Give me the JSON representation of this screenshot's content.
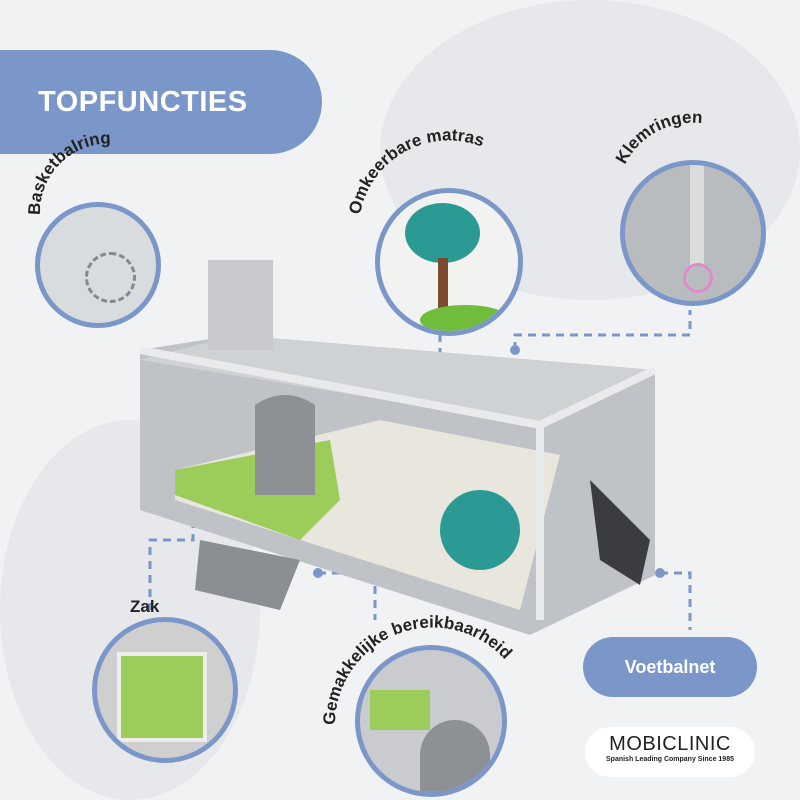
{
  "title": "TOPFUNCTIES",
  "features": {
    "basketball": "Basketbalring",
    "mattress": "Omkeerbare matras",
    "clips": "Klemringen",
    "bag": "Zak",
    "access": "Gemakkelijke bereikbaarheid",
    "football": "Voetbalnet"
  },
  "logo": {
    "brand": "MOBICLINIC",
    "tagline": "Spanish Leading Company Since 1985"
  },
  "colors": {
    "accent": "#7b97c9",
    "background": "#f1f2f4"
  }
}
